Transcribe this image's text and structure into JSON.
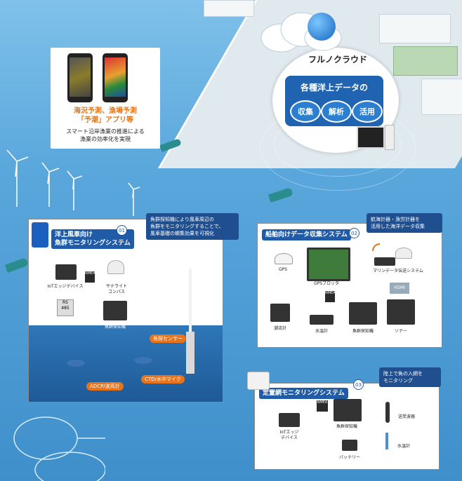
{
  "app": {
    "title": "海況予測、漁場予測\n「予潮」アプリ等",
    "subtitle": "スマート沿岸漁業の推進による\n漁業の効率化を実現"
  },
  "cloud": {
    "name": "フルノクラウド",
    "heading": "各種洋上データの",
    "actions": [
      "収集",
      "解析",
      "活用"
    ]
  },
  "panel1": {
    "number": "01",
    "title": "洋上風車向け\n魚群モニタリングシステム",
    "note": "魚群探知機により風車周辺の\n魚群をモニタリングすることで、\n風車基礎の蝟集効果を可視化",
    "labels": {
      "iot": "IoTエッジデバイス",
      "rs485": "RS\n485",
      "satcompass": "サテライト\nコンパス",
      "fishfinder": "魚群探知機",
      "sensor": "魚探センサー",
      "ctd": "CTD/水中マイク",
      "adcp": "ADCP/波高計"
    }
  },
  "panel2": {
    "number": "02",
    "title": "船舶向けデータ収集システム",
    "note": "航海計器・漁労計器を\n活用した海洋データ収集",
    "labels": {
      "gps": "GPS",
      "gpsplotter": "GPSプロッタ",
      "marine": "マリンデータ伝送システム",
      "hdmi": "HDMI",
      "tide": "潮流計",
      "watertemp": "水温計",
      "fishfinder": "魚群探知機",
      "sonar": "ソナー",
      "nmea": "NMEA"
    }
  },
  "panel3": {
    "number": "03",
    "title": "定置網モニタリングシステム",
    "note": "陸上で魚の入網を\nモニタリング",
    "labels": {
      "iot": "IoTエッジ\nデバイス",
      "fishfinder": "魚群探知機",
      "transducer": "送受波器",
      "battery": "バッテリー",
      "watertemp": "水温計",
      "nmea": "NMEA"
    }
  },
  "colors": {
    "primary": "#1f5ba7",
    "accent": "#e8731a",
    "sea": "#4f9fd6"
  }
}
